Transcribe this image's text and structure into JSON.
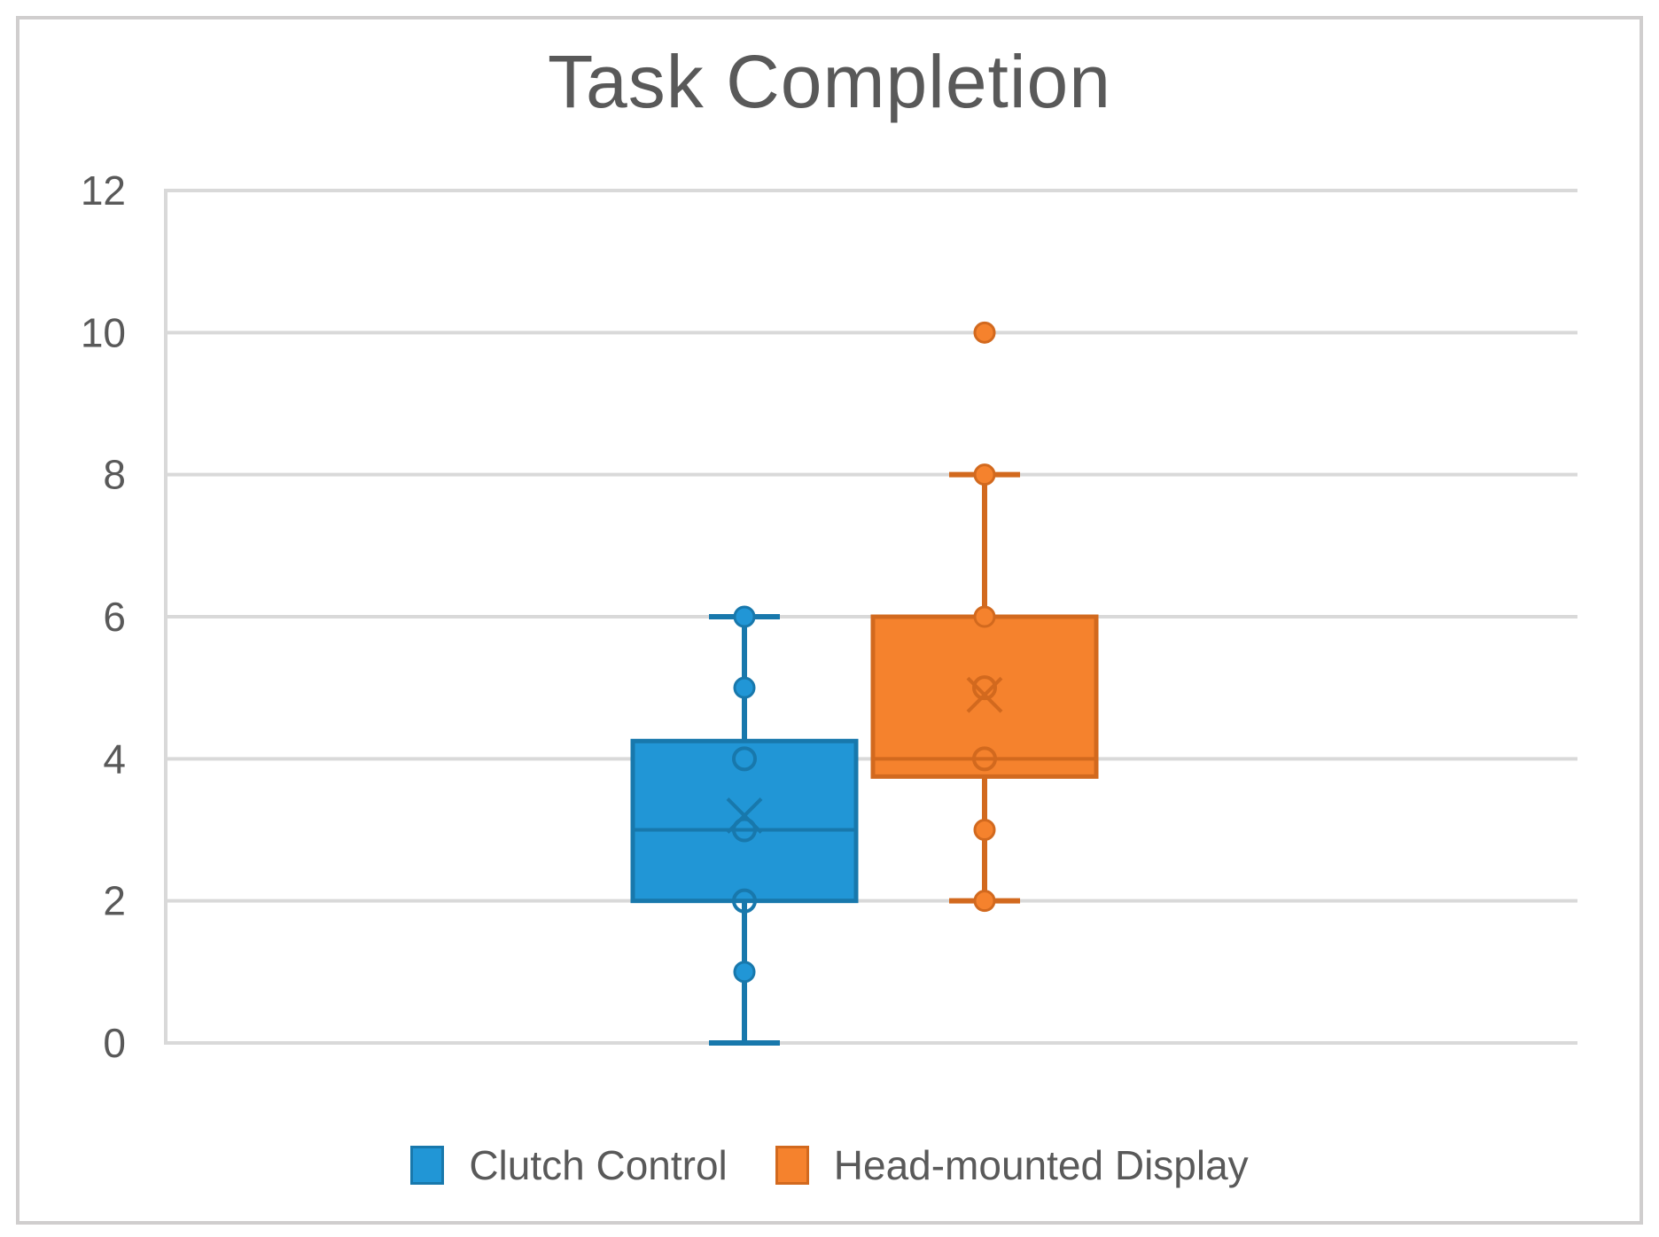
{
  "chart_data": {
    "type": "boxplot",
    "title": "Task Completion",
    "xlabel": "",
    "ylabel": "",
    "ylim": [
      0,
      12
    ],
    "yticks": [
      0,
      2,
      4,
      6,
      8,
      10,
      12
    ],
    "grid": true,
    "legend_position": "bottom",
    "colors": {
      "gridline": "#d9d9d9",
      "axis_text": "#595959",
      "title_text": "#595959",
      "frame_border": "#d0cece"
    },
    "series": [
      {
        "name": "Clutch Control",
        "fill": "#2196d6",
        "stroke": "#1878ac",
        "box": {
          "whisker_low": 0,
          "q1": 2,
          "median": 3,
          "q3": 4.25,
          "whisker_high": 6
        },
        "mean": 3.2,
        "points_filled": [
          6,
          5,
          1
        ],
        "points_open": [
          4,
          3,
          2
        ],
        "outliers": []
      },
      {
        "name": "Head-mounted Display",
        "fill": "#f5822d",
        "stroke": "#d2691e",
        "box": {
          "whisker_low": 2,
          "q1": 3.75,
          "median": 4,
          "q3": 6,
          "whisker_high": 8
        },
        "mean": 4.9,
        "points_filled": [
          8,
          6,
          3,
          2
        ],
        "points_open": [
          5,
          4
        ],
        "outliers": [
          10
        ]
      }
    ]
  }
}
